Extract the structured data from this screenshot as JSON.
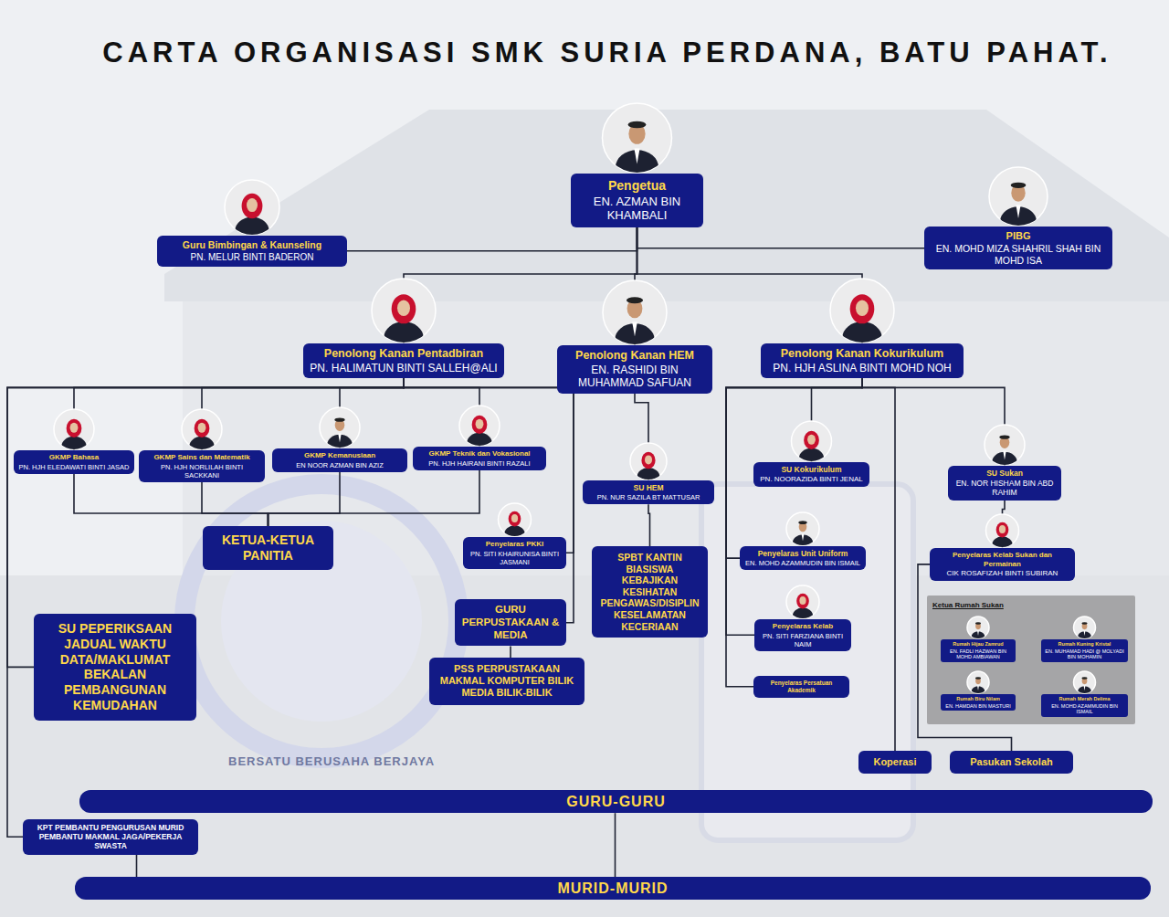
{
  "diagram": {
    "title": "CARTA ORGANISASI SMK SURIA PERDANA, BATU PAHAT.",
    "nodes": [
      {
        "text": [
          "Pengetua",
          "EN. AZMAN BIN KHAMBALI"
        ]
      },
      {
        "text": [
          "Guru Bimbingan & Kaunseling",
          "PN. MELUR BINTI BADERON"
        ]
      },
      {
        "text": [
          "PIBG",
          "EN. MOHD MIZA SHAHRIL SHAH BIN MOHD ISA"
        ]
      },
      {
        "text": [
          "Penolong Kanan Pentadbiran",
          "PN. HALIMATUN BINTI SALLEH@ALI"
        ]
      },
      {
        "text": [
          "Penolong Kanan HEM",
          "EN. RASHIDI BIN MUHAMMAD SAFUAN"
        ]
      },
      {
        "text": [
          "Penolong Kanan Kokurikulum",
          "PN. HJH ASLINA BINTI MOHD NOH"
        ]
      },
      {
        "text": [
          "GKMP Bahasa",
          "PN. HJH ELEDAWATI BINTI JASAD"
        ]
      },
      {
        "text": [
          "GKMP Sains dan Matematik",
          "PN. HJH NORLILAH BINTI SACKKANI"
        ]
      },
      {
        "text": [
          "GKMP Kemanusiaan",
          "EN NOOR AZMAN BIN AZIZ"
        ]
      },
      {
        "text": [
          "GKMP Teknik dan Vokasional",
          "PN. HJH HAIRANI BINTI RAZALI"
        ]
      },
      {
        "text": [
          "SU HEM",
          "PN. NUR SAZILA BT MATTUSAR"
        ]
      },
      {
        "text": [
          "SU Kokurikulum",
          "PN. NOORAZIDA BINTI JENAL"
        ]
      },
      {
        "text": [
          "SU Sukan",
          "EN. NOR HISHAM BIN ABD RAHIM"
        ]
      },
      {
        "text": [
          "KETUA-KETUA PANITIA"
        ]
      },
      {
        "text": [
          "Penyelaras PKKI",
          "PN. SITI KHAIRUNISA BINTI JASMANI"
        ]
      },
      {
        "text": [
          "Penyelaras Unit Uniform",
          "EN. MOHD AZAMMUDIN BIN ISMAIL"
        ]
      },
      {
        "text": [
          "Penyelaras Kelab Sukan dan Permainan",
          "CIK ROSAFIZAH BINTI SUBIRAN"
        ]
      },
      {
        "text": [
          "GURU PERPUSTAKAAN & MEDIA"
        ]
      },
      {
        "text": [
          "SPBT KANTIN BIASISWA KEBAJIKAN KESIHATAN PENGAWAS/DISIPLIN KESELAMATAN KECERIAAN"
        ]
      },
      {
        "text": [
          "SU PEPERIKSAAN JADUAL WAKTU DATA/MAKLUMAT BEKALAN PEMBANGUNAN KEMUDAHAN"
        ]
      },
      {
        "text": [
          "Penyelaras Kelab",
          "PN. SITI FARZIANA BINTI NAIM"
        ]
      },
      {
        "text": [
          "PSS PERPUSTAKAAN MAKMAL KOMPUTER BILIK MEDIA BILIK-BILIK"
        ]
      },
      {
        "text": [
          "Penyelaras Persatuan Akademik"
        ]
      },
      {
        "text": [
          "Ketua Rumah Sukan"
        ]
      },
      {
        "text": [
          "Rumah Hijau Zamrud",
          "EN. FADLI HAZWAN BIN MOHD AMBIAWAN"
        ],
        "in": 23
      },
      {
        "text": [
          "Rumah Kuning Kristal",
          "EN. MUHAMAD HADI @ MOLYADI BIN MOHAMIN"
        ],
        "in": 23
      },
      {
        "text": [
          "Rumah Biru Nilam",
          "EN. HAMDAN BIN MASTURI"
        ],
        "in": 23
      },
      {
        "text": [
          "Rumah Merah Delima",
          "EN. MOHD AZAMMUDIN BIN ISMAIL"
        ],
        "in": 23
      },
      {
        "text": [
          "Koperasi"
        ]
      },
      {
        "text": [
          "Pasukan Sekolah"
        ]
      },
      {
        "text": [
          "GURU-GURU"
        ]
      },
      {
        "text": [
          "KPT PEMBANTU PENGURUSAN MURID PEMBANTU MAKMAL JAGA/PEKERJA SWASTA"
        ]
      },
      {
        "text": [
          "MURID-MURID"
        ]
      }
    ],
    "edges": [
      {
        "from": 0,
        "to": 1,
        "arrow": "none"
      },
      {
        "from": 0,
        "to": 2,
        "arrow": "none"
      },
      {
        "from": 0,
        "to": 3,
        "arrow": "none"
      },
      {
        "from": 0,
        "to": 4,
        "arrow": "none"
      },
      {
        "from": 0,
        "to": 5,
        "arrow": "none"
      },
      {
        "from": 3,
        "to": 6,
        "arrow": "none"
      },
      {
        "from": 3,
        "to": 7,
        "arrow": "none"
      },
      {
        "from": 3,
        "to": 8,
        "arrow": "none"
      },
      {
        "from": 3,
        "to": 9,
        "arrow": "none"
      },
      {
        "from": 3,
        "to": 19,
        "arrow": "none"
      },
      {
        "from": 3,
        "to": 31,
        "arrow": "none"
      },
      {
        "from": 3,
        "to": 14,
        "arrow": "none"
      },
      {
        "from": 3,
        "to": 17,
        "arrow": "none"
      },
      {
        "from": 17,
        "to": 21,
        "arrow": "none"
      },
      {
        "from": 6,
        "to": 13,
        "arrow": "none"
      },
      {
        "from": 7,
        "to": 13,
        "arrow": "none"
      },
      {
        "from": 8,
        "to": 13,
        "arrow": "none"
      },
      {
        "from": 9,
        "to": 13,
        "arrow": "none"
      },
      {
        "from": 4,
        "to": 10,
        "arrow": "none"
      },
      {
        "from": 10,
        "to": 18,
        "arrow": "none"
      },
      {
        "from": 5,
        "to": 11,
        "arrow": "none"
      },
      {
        "from": 5,
        "to": 12,
        "arrow": "none"
      },
      {
        "from": 5,
        "to": 28,
        "arrow": "none"
      },
      {
        "from": 5,
        "to": 15,
        "arrow": "none"
      },
      {
        "from": 5,
        "to": 20,
        "arrow": "none"
      },
      {
        "from": 5,
        "to": 22,
        "arrow": "none"
      },
      {
        "from": 12,
        "to": 16,
        "arrow": "none"
      },
      {
        "from": 16,
        "to": 29,
        "arrow": "none"
      },
      {
        "from": 30,
        "to": 32,
        "arrow": "none"
      },
      {
        "from": 31,
        "to": 32,
        "arrow": "none"
      }
    ],
    "labels": [
      "BERSATU BERUSAHA BERJAYA"
    ]
  }
}
